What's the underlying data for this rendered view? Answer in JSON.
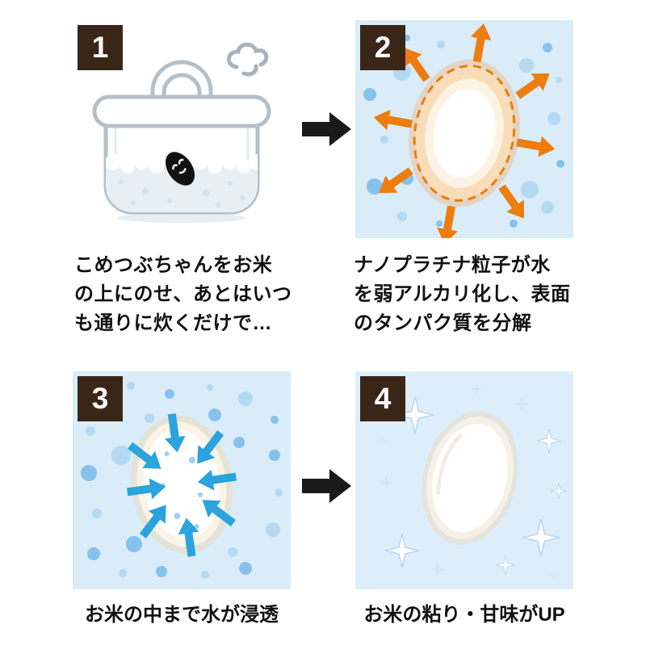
{
  "steps": [
    {
      "number": "1",
      "caption": "こめつぶちゃんをお米\nの上にのせ、あとはいつ\nも通りに炊くだけで…",
      "illustration": "rice-cooker-with-kometsubu-chan-icon"
    },
    {
      "number": "2",
      "caption": "ナノプラチナ粒子が水\nを弱アルカリ化し、表面\nのタンパク質を分解",
      "illustration": "grain-outward-arrows-icon"
    },
    {
      "number": "3",
      "caption": "お米の中まで水が浸透",
      "illustration": "grain-inward-water-arrows-icon"
    },
    {
      "number": "4",
      "caption": "お米の粘り・甘味がUP",
      "illustration": "shiny-grain-sparkles-icon"
    }
  ],
  "colors": {
    "step_badge_bg": "#3a2618",
    "step_badge_text": "#ffffff",
    "panel_background_blue": "#d9ecf8",
    "transition_arrow": "#1a1a1a",
    "outward_arrow_orange": "#ec7d0e",
    "inward_arrow_blue": "#2aa3de",
    "cooker_outline_gray": "#b6bfc7",
    "caption_text": "#111111"
  }
}
